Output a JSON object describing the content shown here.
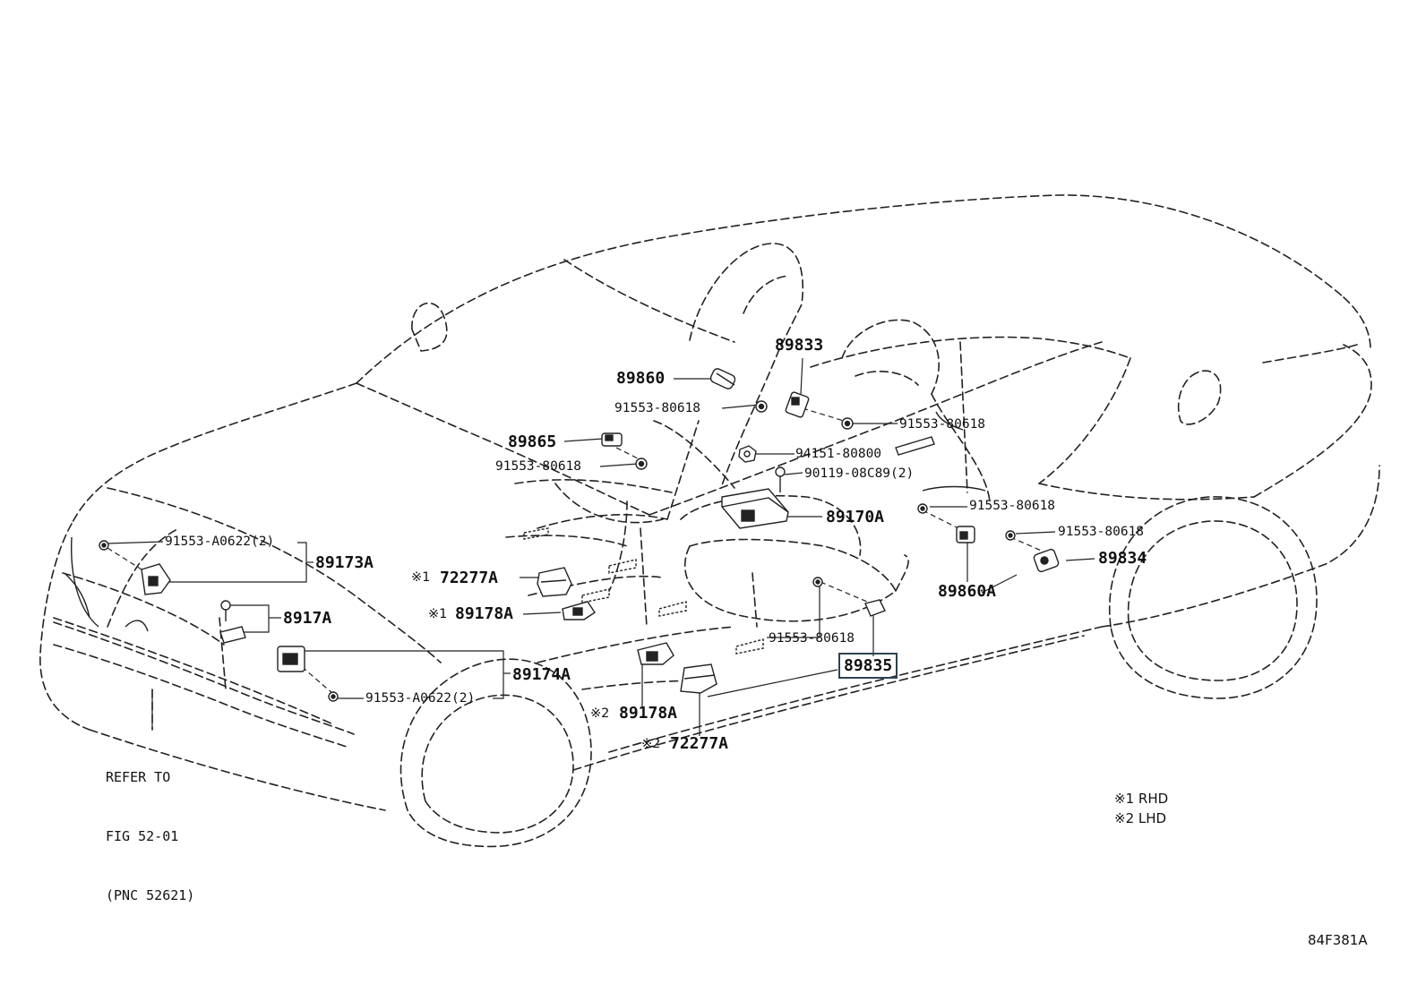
{
  "diagram_code": "84F381A",
  "legend": [
    {
      "mark": "※1",
      "text": "RHD"
    },
    {
      "mark": "※2",
      "text": "LHD"
    }
  ],
  "refer": {
    "line1": "REFER TO",
    "line2": "FIG 52-01",
    "line3": "(PNC 52621)"
  },
  "callouts": {
    "p89833": "89833",
    "p89860": "89860",
    "b91553_80618_a": "91553-80618",
    "b91553_80618_b": "91553-80618",
    "p89865": "89865",
    "b91553_80618_c": "91553-80618",
    "n94151_80800": "94151-80800",
    "b90119_08c89": "90119-08C89(2)",
    "p89170a": "89170A",
    "b91553_80618_d": "91553-80618",
    "b91553_80618_e": "91553-80618",
    "p89834": "89834",
    "p89860a": "89860A",
    "b91553_a0622_a": "91553-A0622(2)",
    "p89173a": "89173A",
    "p72277a_1": "72277A",
    "p89178a_1": "89178A",
    "p8917a": "8917A",
    "b91553_80618_f": "91553-80618",
    "p89835": "89835",
    "p89174a": "89174A",
    "b91553_a0622_b": "91553-A0622(2)",
    "p89178a_2": "89178A",
    "p72277a_2": "72277A",
    "mark1": "※1",
    "mark2": "※2"
  }
}
